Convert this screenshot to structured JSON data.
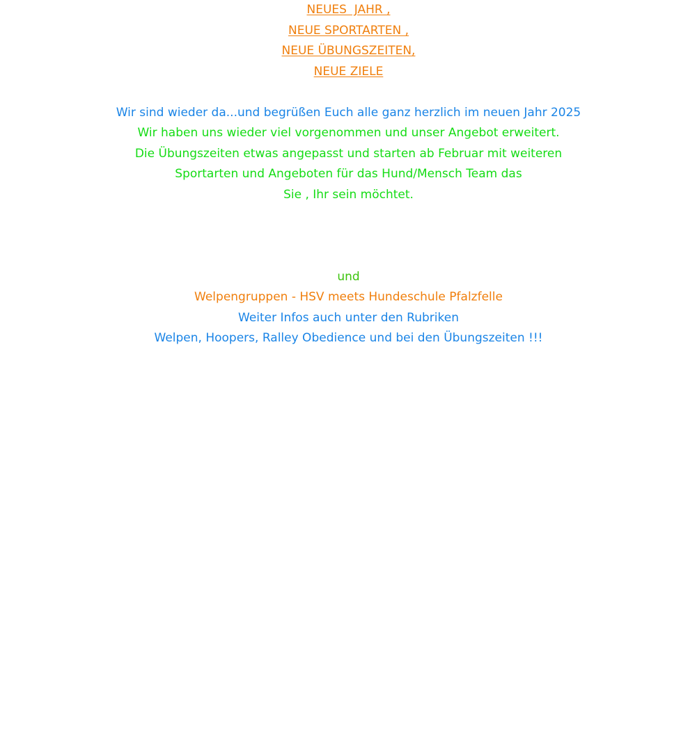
{
  "headings": [
    {
      "text": "NEUES  JAHR ,",
      "color": "#f07f0d"
    },
    {
      "text": "NEUE SPORTARTEN ,",
      "color": "#f07f0d"
    },
    {
      "text": "NEUE ÜBUNGSZEITEN,",
      "color": "#f07f0d"
    },
    {
      "text": "NEUE ZIELE",
      "color": "#f07f0d"
    }
  ],
  "intro": [
    {
      "text": "Wir sind wieder da...und begrüßen Euch alle ganz herzlich im neuen Jahr 2025",
      "color": "#1a84e6"
    },
    {
      "text": "Wir haben uns wieder viel vorgenommen und unser Angebot erweitert.",
      "color": "#15dc15"
    },
    {
      "text": "Die Übungszeiten etwas angepasst und starten ab Februar mit weiteren",
      "color": "#15dc15"
    },
    {
      "text": "Sportarten und Angeboten für das Hund/Mensch Team das",
      "color": "#15dc15"
    },
    {
      "text": "Sie , Ihr sein möchtet.",
      "color": "#15dc15"
    }
  ],
  "closing": [
    {
      "text": "und",
      "color": "#3dc40d"
    },
    {
      "text": "Welpengruppen - HSV meets Hundeschule Pfalzfelle",
      "color": "#f07f0d"
    },
    {
      "text": "Weiter Infos auch unter den Rubriken",
      "color": "#1a84e6"
    },
    {
      "text": "Welpen, Hoopers, Ralley Obedience und bei den Übungszeiten !!!",
      "color": "#1a84e6"
    }
  ]
}
